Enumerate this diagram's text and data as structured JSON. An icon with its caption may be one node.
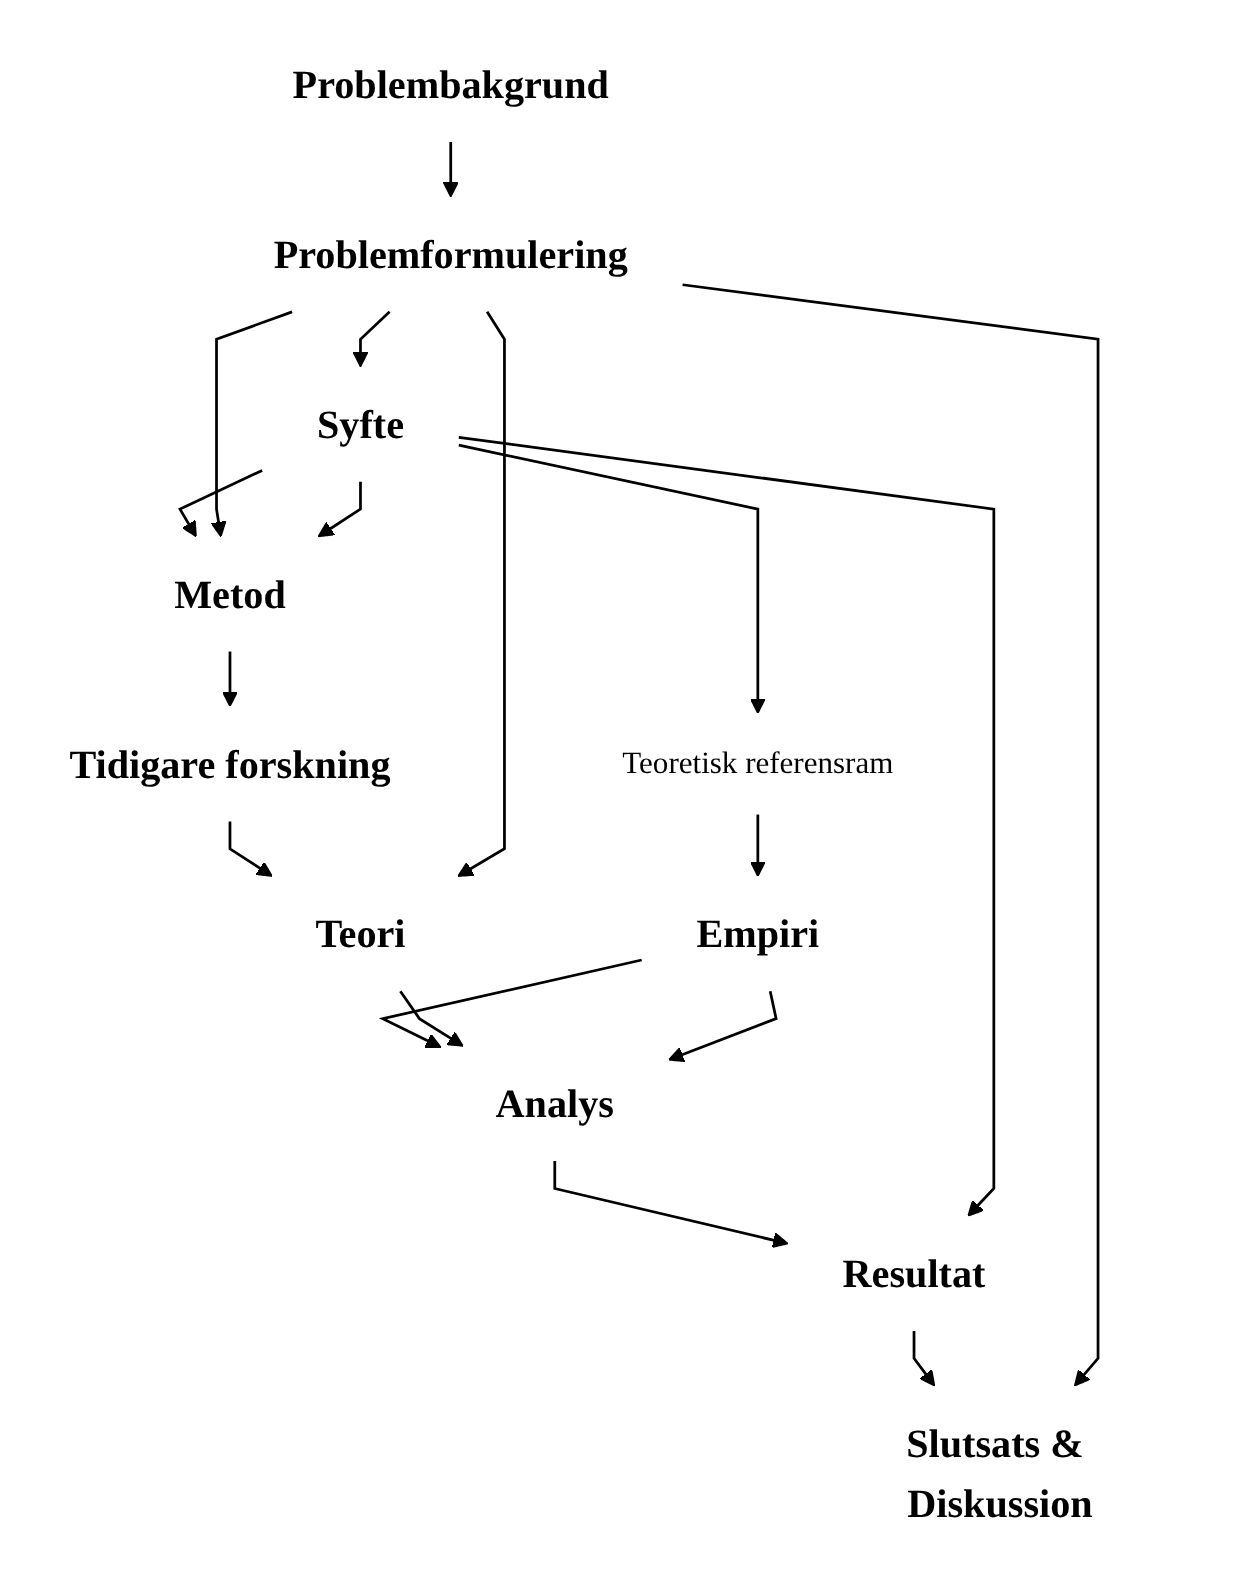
{
  "diagram": {
    "nodes": [
      {
        "text": [
          "Problembakgrund"
        ]
      },
      {
        "text": [
          "Problemformulering"
        ]
      },
      {
        "text": [
          "Syfte"
        ]
      },
      {
        "text": [
          "Metod"
        ]
      },
      {
        "text": [
          "Tidigare forskning"
        ]
      },
      {
        "text": [
          "Teori"
        ]
      },
      {
        "text": [
          "Teoretisk referensram"
        ]
      },
      {
        "text": [
          "Empiri"
        ]
      },
      {
        "text": [
          "Analys"
        ]
      },
      {
        "text": [
          "Resultat"
        ]
      },
      {
        "text": [
          "Slutsats & Diskussion"
        ]
      }
    ],
    "edges": [
      {
        "from": 0,
        "to": 1,
        "arrow": "to"
      },
      {
        "from": 1,
        "to": 2,
        "arrow": "to"
      },
      {
        "from": 2,
        "to": 3,
        "arrow": "to"
      },
      {
        "from": 3,
        "to": 4,
        "arrow": "to"
      },
      {
        "from": 4,
        "to": 5,
        "arrow": "to"
      },
      {
        "from": 6,
        "to": 7,
        "arrow": "to"
      },
      {
        "from": 7,
        "to": 8,
        "arrow": "to"
      },
      {
        "from": 8,
        "to": 9,
        "arrow": "to"
      },
      {
        "from": 9,
        "to": 10,
        "arrow": "to"
      },
      {
        "from": 1,
        "to": 10,
        "arrow": "to"
      },
      {
        "from": 1,
        "to": 5,
        "arrow": "to"
      },
      {
        "from": 1,
        "to": 3,
        "arrow": "to"
      },
      {
        "from": 2,
        "to": 3,
        "arrow": "to"
      },
      {
        "from": 2,
        "to": 6,
        "arrow": "to"
      },
      {
        "from": 2,
        "to": 9,
        "arrow": "to"
      },
      {
        "from": 5,
        "to": 8,
        "arrow": "to"
      },
      {
        "from": 7,
        "to": 8,
        "arrow": "to"
      }
    ]
  }
}
